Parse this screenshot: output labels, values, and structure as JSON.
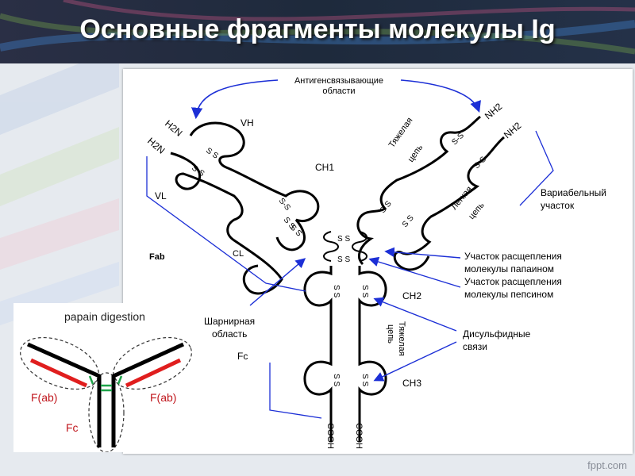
{
  "slide": {
    "title": "Основные фрагменты молекулы Ig",
    "watermark": "fppt.com"
  },
  "diagram": {
    "antigen_binding": "Антигенсвязывающие",
    "antigen_binding_2": "области",
    "h2n_1": "H2N",
    "h2n_2": "H2N",
    "nh2_1": "NH2",
    "nh2_2": "NH2",
    "vh": "VH",
    "vl": "VL",
    "ch1": "CH1",
    "cl": "CL",
    "ch2": "CH2",
    "ch3": "CH3",
    "fab": "Fab",
    "fc": "Fc",
    "heavy_chain": "Тяжелая",
    "heavy_chain_2": "цепь",
    "light_chain": "Легкая",
    "light_chain_2": "цепь",
    "heavy_chain_lower": "Тяжелая",
    "heavy_chain_lower_2": "цепь",
    "variable_region": "Вариабельный",
    "variable_region_2": "участок",
    "papain_site": "Участок расщепления",
    "papain_site_2": "молекулы папаином",
    "pepsin_site": "Участок расщепления",
    "pepsin_site_2": "молекулы пепсином",
    "hinge": "Шарнирная",
    "hinge_2": "область",
    "disulfide": "Дисульфидные",
    "disulfide_2": "связи",
    "cooh_1": "COOH",
    "cooh_2": "COOH",
    "ss": "S S",
    "ss_dash": "S-S"
  },
  "inset": {
    "title": "papain digestion",
    "fab_left": "F(ab)",
    "fab_right": "F(ab)",
    "fc": "Fc"
  },
  "colors": {
    "arrow_blue": "#1c2fd6",
    "title_dark": "#20283a",
    "heavy_black": "#000000",
    "light_red": "#e01e1e",
    "bond_green": "#1fa34a"
  }
}
